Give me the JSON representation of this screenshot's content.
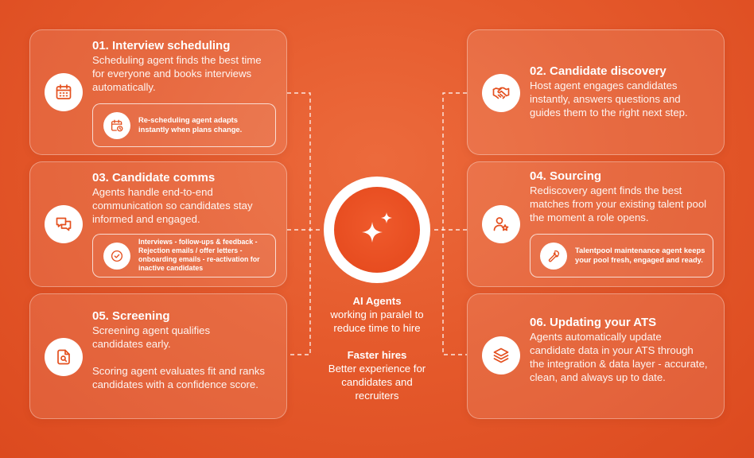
{
  "cards": [
    {
      "id": "interview-scheduling",
      "title": "01. Interview scheduling",
      "description": "Scheduling agent finds the best time for everyone and books interviews automatically.",
      "icon": "calendar-icon",
      "subcard": {
        "text": "Re-scheduling agent adapts instantly when plans change.",
        "icon": "calendar-clock-icon"
      }
    },
    {
      "id": "candidate-discovery",
      "title": "02. Candidate discovery",
      "description": "Host agent engages candidates instantly, answers questions and guides them to the right next step.",
      "icon": "handshake-icon"
    },
    {
      "id": "candidate-comms",
      "title": "03. Candidate comms",
      "description": "Agents handle end-to-end communication so candidates stay informed and engaged.",
      "icon": "chat-bubbles-icon",
      "subcard": {
        "text": "Interviews - follow-ups & feedback - Rejection emails / offer letters - onboarding emails - re-activation for inactive candidates",
        "icon": "check-circle-icon"
      }
    },
    {
      "id": "sourcing",
      "title": "04. Sourcing",
      "description": "Rediscovery agent finds the best matches from your existing talent pool the moment a role opens.",
      "icon": "user-star-icon",
      "subcard": {
        "text": "Talentpool maintenance agent keeps your pool fresh, engaged and ready.",
        "icon": "wrench-icon"
      }
    },
    {
      "id": "screening",
      "title": "05. Screening",
      "description": "Screening agent qualifies candidates early.",
      "description2": "Scoring agent evaluates fit and ranks candidates with a confidence score.",
      "icon": "document-search-icon"
    },
    {
      "id": "updating-ats",
      "title": "06. Updating your ATS",
      "description": "Agents automatically update candidate data in your ATS through the integration & data layer - accurate, clean, and always up to date.",
      "icon": "layers-icon"
    }
  ],
  "center": {
    "icon": "sparkles-icon",
    "heading1": "AI Agents",
    "text1": "working in paralel to reduce time to hire",
    "heading2": "Faster hires",
    "text2": "Better experience for candidates and recruiters"
  },
  "colors": {
    "background": "#e55a2c",
    "icon_stroke": "#e4501f",
    "text": "#ffffff"
  }
}
